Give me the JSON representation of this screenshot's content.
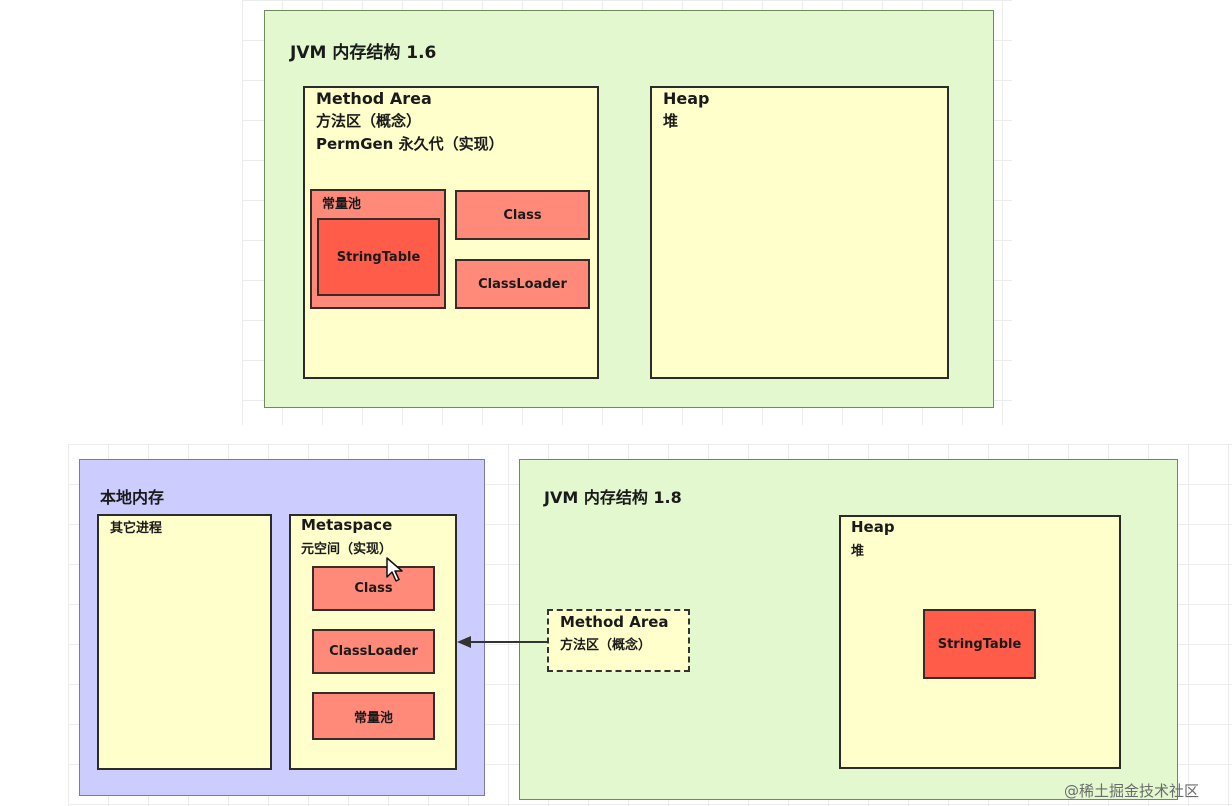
{
  "top": {
    "title": "JVM 内存结构 1.6",
    "method_area": {
      "line1": "Method Area",
      "line2": "方法区（概念）",
      "line3": "PermGen 永久代（实现）"
    },
    "pool_label": "常量池",
    "string_table": "StringTable",
    "class": "Class",
    "classloader": "ClassLoader",
    "heap_title": "Heap",
    "heap_sub": "堆"
  },
  "bottom": {
    "native_title": "本地内存",
    "other_proc": "其它进程",
    "metaspace_title": "Metaspace",
    "metaspace_sub": "元空间（实现）",
    "class": "Class",
    "classloader": "ClassLoader",
    "pool": "常量池",
    "jvm_title": "JVM 内存结构 1.8",
    "method_area_line1": "Method Area",
    "method_area_line2": "方法区（概念）",
    "heap_title": "Heap",
    "heap_sub": "堆",
    "string_table": "StringTable"
  },
  "watermark": "@稀土掘金技术社区",
  "colors": {
    "container_green": "#e3f8cf",
    "native_purple": "#ccccff",
    "area_yellow": "#ffffcc",
    "item_salmon": "#ff8a7a",
    "string_table_red": "#ff5c4a"
  }
}
